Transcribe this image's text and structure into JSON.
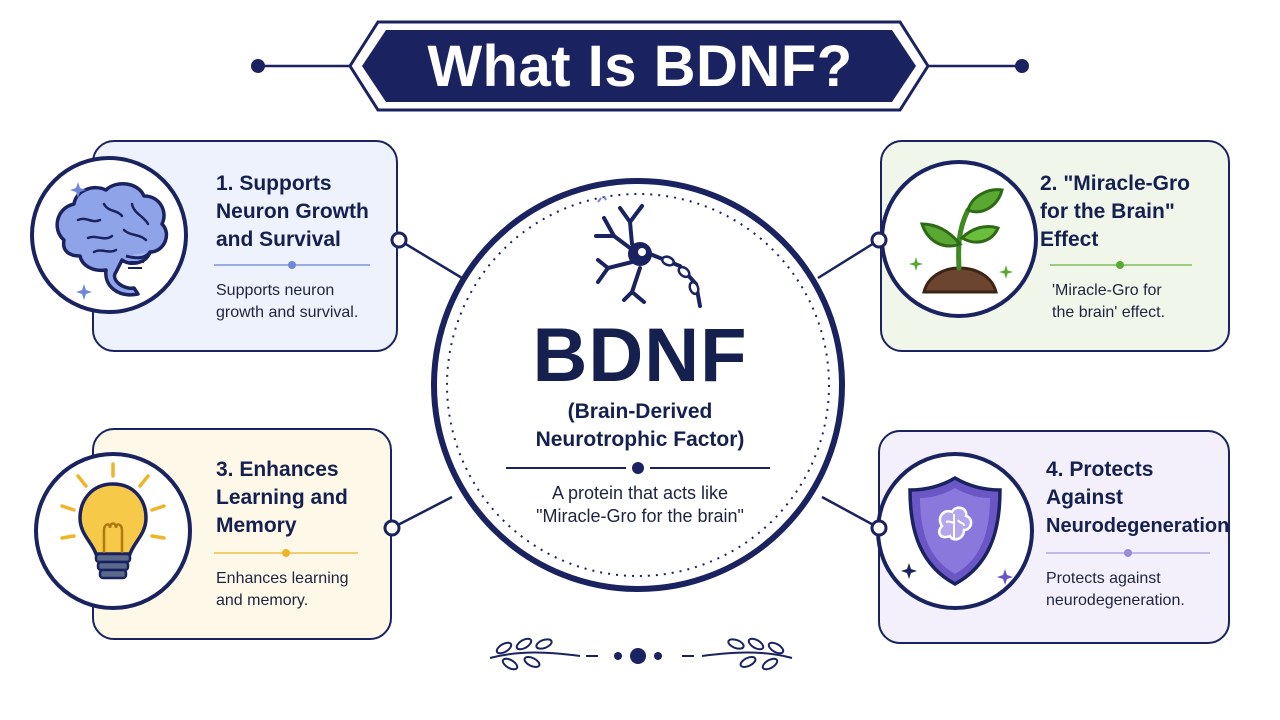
{
  "title": "What Is BDNF?",
  "center": {
    "acronym": "BDNF",
    "full_name_line1": "(Brain-Derived",
    "full_name_line2": "Neurotrophic Factor)",
    "description_line1": "A protein that acts like",
    "description_line2": "\"Miracle-Gro for the brain\""
  },
  "cards": [
    {
      "title_lines": [
        "1. Supports",
        "Neuron Growth",
        "and Survival"
      ],
      "desc_lines": [
        "Supports neuron",
        "growth and survival."
      ],
      "icon": "brain-icon",
      "accent": "#6f86d9",
      "background": "#eef2fc"
    },
    {
      "title_lines": [
        "2. \"Miracle-Gro",
        "for the Brain\"",
        "Effect"
      ],
      "desc_lines": [
        "'Miracle-Gro for",
        "the brain' effect."
      ],
      "icon": "sprout-icon",
      "accent": "#5aa832",
      "background": "#f1f6ea"
    },
    {
      "title_lines": [
        "3. Enhances",
        "Learning and",
        "Memory"
      ],
      "desc_lines": [
        "Enhances learning",
        "and memory."
      ],
      "icon": "lightbulb-icon",
      "accent": "#f0b429",
      "background": "#fdf8e8"
    },
    {
      "title_lines": [
        "4. Protects",
        "Against",
        "Neurodegeneration"
      ],
      "desc_lines": [
        "Protects against",
        "neurodegeneration."
      ],
      "icon": "shield-brain-icon",
      "accent": "#9b8ad8",
      "background": "#f3f0fb"
    }
  ],
  "colors": {
    "navy": "#1a2360",
    "white": "#ffffff"
  }
}
